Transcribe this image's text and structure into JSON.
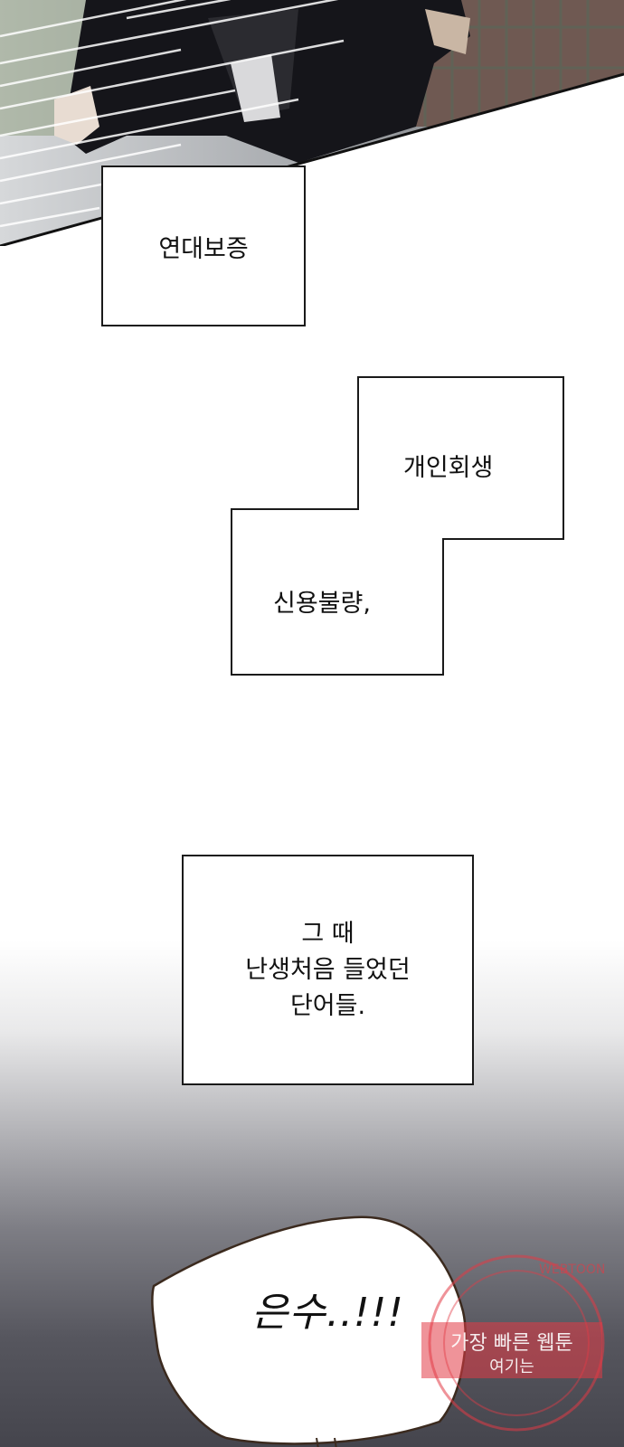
{
  "panel_scene": {
    "description_icon": "running-man-motion-icon"
  },
  "captions": {
    "c1": "연대보증",
    "c2": "개인회생",
    "c3": "신용불량,",
    "c4_lines": [
      "그 때",
      "난생처음 들었던",
      "단어들."
    ]
  },
  "speech": {
    "text": "은수..!!!"
  },
  "watermark": {
    "line1": "가장 빠른 웹툰",
    "line2": "여기는",
    "ring_text": "WEBTOON"
  },
  "colors": {
    "border": "#1a1a1a",
    "bubble_border": "#3b2a1e",
    "watermark": "#e23b46"
  }
}
